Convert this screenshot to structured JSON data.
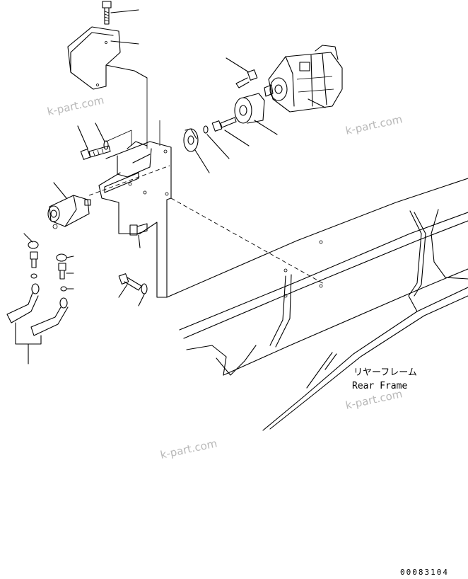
{
  "labels": {
    "rear_frame_jp": "リヤーフレーム",
    "rear_frame_en": "Rear Frame"
  },
  "watermarks": [
    "k-part.com",
    "k-part.com",
    "k-part.com",
    "k-part.com"
  ],
  "drawing_code": "00083104"
}
